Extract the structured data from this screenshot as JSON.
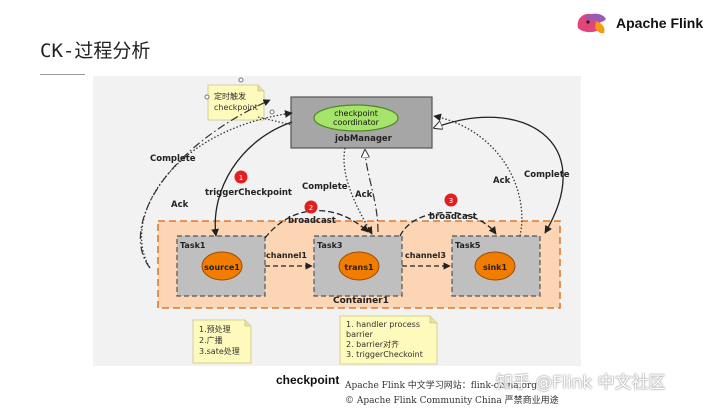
{
  "slide": {
    "title": "CK-过程分析",
    "brand": "Apache Flink",
    "caption": "checkpoint",
    "footer_line1": "Apache Flink 中文学习网站：flink-china.org",
    "footer_line2": "© Apache Flink Community China  严禁商业用途",
    "watermark": "知乎 @Flink 中文社区"
  },
  "diagram": {
    "coordinator": "checkpoint\ncoordinator",
    "job_manager": "jobManager",
    "container": "Container1",
    "tasks": [
      {
        "name": "Task1",
        "operator": "source1"
      },
      {
        "name": "Task3",
        "operator": "trans1"
      },
      {
        "name": "Task5",
        "operator": "sink1"
      }
    ],
    "channels": [
      "channel1",
      "channel3"
    ],
    "edge_labels": {
      "trigger": "triggerCheckpoint",
      "complete_left": "Complete",
      "ack_left": "Ack",
      "complete_mid": "Complete",
      "ack_mid": "Ack",
      "ack_right": "Ack",
      "complete_right": "Complete",
      "broadcast1": "broadcast",
      "broadcast2": "broadcast"
    },
    "notes": {
      "timer": "定时触发\ncheckpoint",
      "source_steps": "1.预处理\n2.广播\n3.sate处理",
      "trans_steps": "1. handler process\nbarrier\n2. barrier对齐\n3. triggerCheckoint"
    },
    "step_markers": [
      "1",
      "2",
      "3"
    ],
    "colors": {
      "container_fill": "#fcd5b4",
      "container_border": "#e07a2c",
      "task_fill": "#bfbfbf",
      "operator_fill": "#f07c00",
      "coordinator_fill": "#a6e36b",
      "jobmanager_fill": "#a6a6a6",
      "note_fill": "#fdfabb",
      "marker_fill": "#e02020"
    }
  }
}
